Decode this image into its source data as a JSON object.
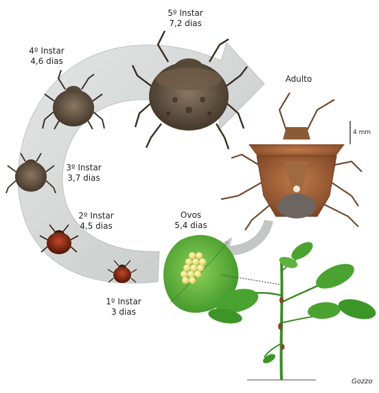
{
  "stages": [
    {
      "id": "instar5",
      "name": "5º Instar",
      "duration": "7,2 dias"
    },
    {
      "id": "instar4",
      "name": "4º Instar",
      "duration": "4,6 dias"
    },
    {
      "id": "instar3",
      "name": "3º Instar",
      "duration": "3,7 dias"
    },
    {
      "id": "instar2",
      "name": "2º Instar",
      "duration": "4,5 dias"
    },
    {
      "id": "instar1",
      "name": "1º Instar",
      "duration": "3 dias"
    },
    {
      "id": "eggs",
      "name": "Ovos",
      "duration": "5,4 dias"
    },
    {
      "id": "adult",
      "name": "Adulto"
    }
  ],
  "scale_bar": {
    "label": "4 mm"
  },
  "signature": {
    "text": "Gozzo"
  },
  "colors": {
    "arrow": "#d2d4d4",
    "nymph_dark": "#5b4a38",
    "nymph_red": "#7a2310",
    "adult_body": "#a5643a",
    "leaf_green": "#52a633",
    "egg_yellow": "#f1e27a",
    "plant_green": "#3e9a2c"
  }
}
